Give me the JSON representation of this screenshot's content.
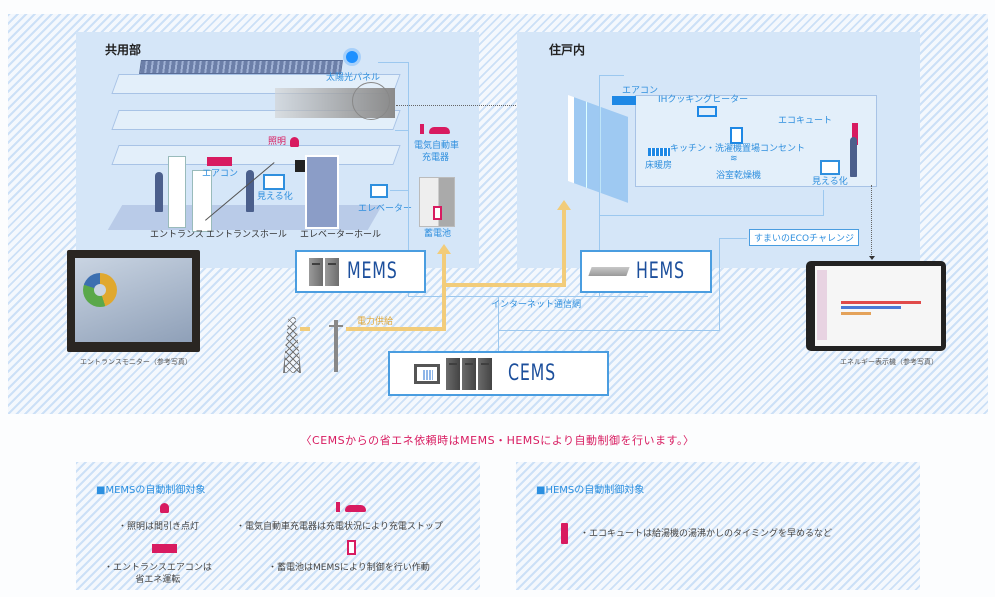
{
  "common_area": {
    "title": "共用部",
    "labels": {
      "solar_panel": "太陽光パネル",
      "lighting": "照明",
      "ev_charger_line1": "電気自動車",
      "ev_charger_line2": "充電器",
      "aircon": "エアコン",
      "visualization": "見える化",
      "elevator": "エレベーター",
      "storage_battery": "蓄電池",
      "entrance": "エントランス",
      "entrance_hall": "エントランスホール",
      "elevator_hall": "エレベーターホール"
    }
  },
  "dwelling": {
    "title": "住戸内",
    "labels": {
      "aircon": "エアコン",
      "ih_heater": "IHクッキングヒーター",
      "eco_cute": "エコキュート",
      "outlet": "キッチン・洗濯機置場コンセント",
      "floor_heating": "床暖房",
      "bath_dryer": "浴室乾燥機",
      "visualization": "見える化",
      "eco_challenge": "すまいのECOチャレンジ"
    }
  },
  "systems": {
    "mems": "MEMS",
    "hems": "HEMS",
    "cems": "CEMS",
    "internet": "インターネット通信網",
    "power_supply": "電力供給"
  },
  "photos": {
    "entrance_monitor": "エントランスモニター（参考写真）",
    "energy_display": "エネルギー表示機（参考写真）"
  },
  "notice": "〈CEMSからの省エネ依頼時はMEMS・HEMSにより自動制御を行います。〉",
  "mems_control": {
    "title": "■MEMSの自動制御対象",
    "items": [
      {
        "icon": "ceiling-light-icon",
        "text": "・照明は間引き点灯"
      },
      {
        "icon": "ev-charger-icon",
        "text": "・電気自動車充電器は充電状況により充電ストップ"
      },
      {
        "icon": "air-conditioner-icon",
        "text_line1": "・エントランスエアコンは",
        "text_line2": "省エネ運転"
      },
      {
        "icon": "battery-icon",
        "text": "・蓄電池はMEMSにより制御を行い作動"
      }
    ]
  },
  "hems_control": {
    "title": "■HEMSの自動制御対象",
    "items": [
      {
        "icon": "eco-cute-icon",
        "text": "・エコキュートは給湯機の湯沸かしのタイミングを早めるなど"
      }
    ]
  },
  "colors": {
    "accent_blue": "#2f8fde",
    "system_text": "#1c4f9c",
    "control_pink": "#d81b60",
    "power_line": "#f2cc7a",
    "panel_bg": "#d5e6f8"
  }
}
